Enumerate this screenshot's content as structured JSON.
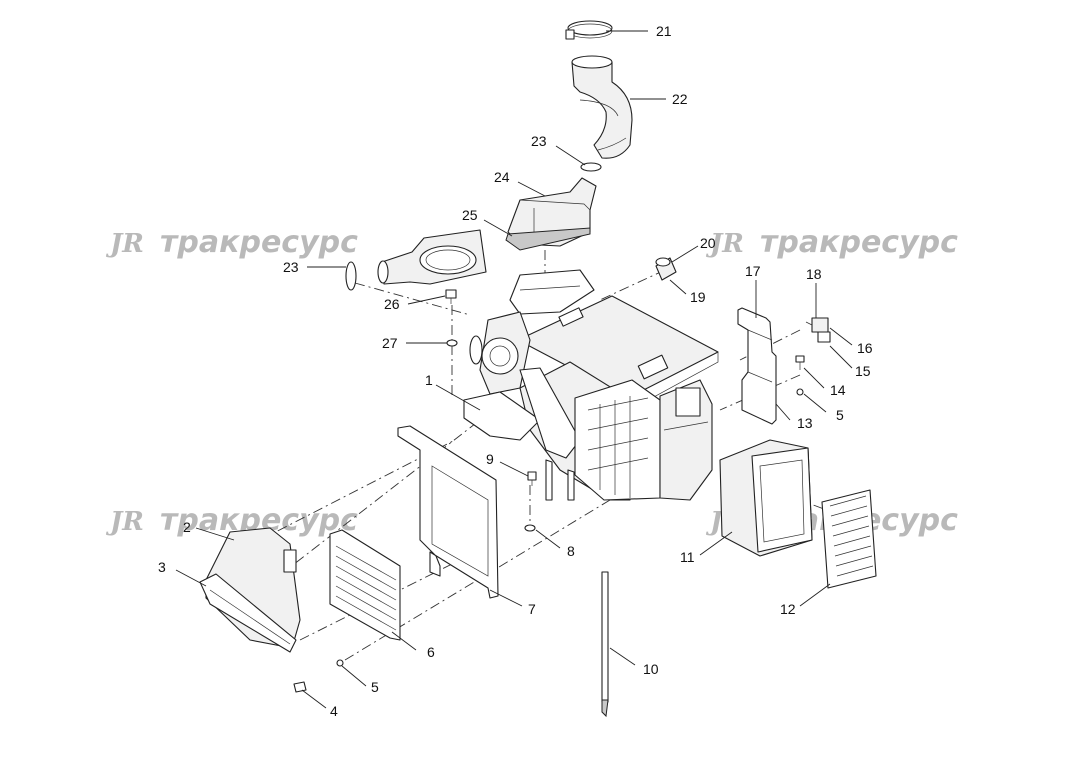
{
  "watermark": {
    "logo": "JR",
    "text": "тракресурс"
  },
  "callouts": {
    "c1": "1",
    "c2": "2",
    "c3": "3",
    "c4": "4",
    "c5a": "5",
    "c5b": "5",
    "c6": "6",
    "c7": "7",
    "c8": "8",
    "c9": "9",
    "c10": "10",
    "c11": "11",
    "c12": "12",
    "c13": "13",
    "c14": "14",
    "c15": "15",
    "c16": "16",
    "c17": "17",
    "c18": "18",
    "c19": "19",
    "c20": "20",
    "c21": "21",
    "c22": "22",
    "c23a": "23",
    "c23b": "23",
    "c24": "24",
    "c25": "25",
    "c26": "26",
    "c27": "27"
  }
}
